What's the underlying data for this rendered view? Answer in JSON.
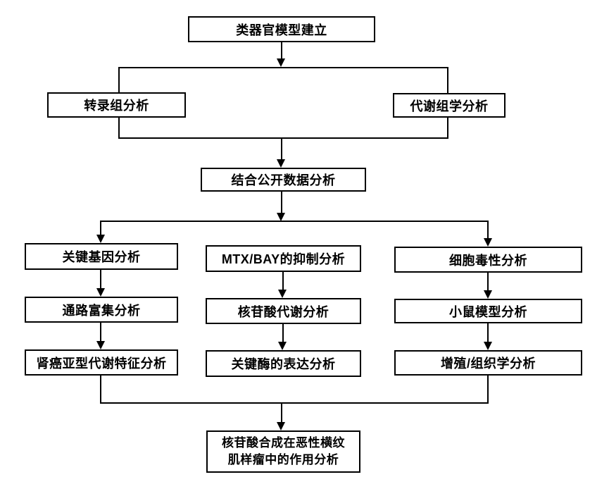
{
  "diagram": {
    "background_color": "#ffffff",
    "box_fill_color": "#ffffff",
    "box_border_color": "#000000",
    "text_color": "#000000",
    "connector_color": "#000000",
    "nodes": {
      "organoid": {
        "label": "类器官模型建立"
      },
      "transcriptome": {
        "label": "转录组分析"
      },
      "metabolome": {
        "label": "代谢组学分析"
      },
      "public_data": {
        "label": "结合公开数据分析"
      },
      "key_gene": {
        "label": "关键基因分析"
      },
      "pathway": {
        "label": "通路富集分析"
      },
      "rcc_subtype": {
        "label": "肾癌亚型代谢特征分析"
      },
      "mtx_bay": {
        "label": "MTX/BAY的抑制分析"
      },
      "nucleotide_metab": {
        "label": "核苷酸代谢分析"
      },
      "key_enzyme": {
        "label": "关键酶的表达分析"
      },
      "cytotoxicity": {
        "label": "细胞毒性分析"
      },
      "mouse_model": {
        "label": "小鼠模型分析"
      },
      "proliferation": {
        "label": "增殖/组织学分析"
      },
      "final": {
        "label_line1": "核苷酸合成在恶性横纹",
        "label_line2": "肌样瘤中的作用分析"
      }
    },
    "edges": [
      {
        "from": "organoid",
        "to": "omics_group"
      },
      {
        "from": "omics_group",
        "to": "public_data"
      },
      {
        "from": "public_data",
        "to": "key_gene"
      },
      {
        "from": "public_data",
        "to": "cytotoxicity"
      },
      {
        "from": "key_gene",
        "to": "pathway"
      },
      {
        "from": "pathway",
        "to": "rcc_subtype"
      },
      {
        "from": "mtx_bay",
        "to": "nucleotide_metab"
      },
      {
        "from": "nucleotide_metab",
        "to": "key_enzyme"
      },
      {
        "from": "cytotoxicity",
        "to": "mouse_model"
      },
      {
        "from": "mouse_model",
        "to": "proliferation"
      },
      {
        "from": "columns_converge",
        "to": "final"
      }
    ]
  }
}
